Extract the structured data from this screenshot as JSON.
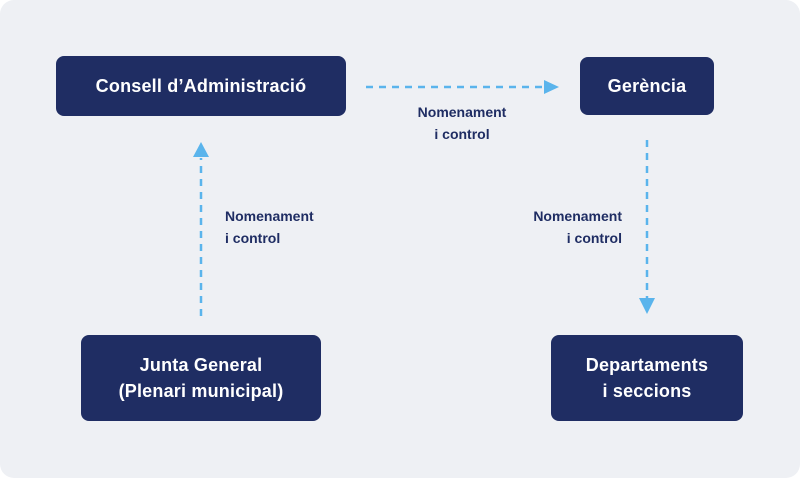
{
  "nodes": {
    "consell": {
      "lines": [
        "Consell d’Administració"
      ]
    },
    "gerencia": {
      "lines": [
        "Gerència"
      ]
    },
    "junta": {
      "lines": [
        "Junta General",
        "(Plenari municipal)"
      ]
    },
    "departaments": {
      "lines": [
        "Departaments",
        "i seccions"
      ]
    }
  },
  "edges": {
    "consell_to_gerencia": {
      "lines": [
        "Nomenament",
        "i control"
      ]
    },
    "junta_to_consell": {
      "lines": [
        "Nomenament",
        "i control"
      ]
    },
    "gerencia_to_departaments": {
      "lines": [
        "Nomenament",
        "i control"
      ]
    }
  },
  "colors": {
    "background": "#eef0f4",
    "node_fill": "#1f2d63",
    "node_text": "#ffffff",
    "label_text": "#1f2d63",
    "arrow": "#5ab4ec"
  }
}
